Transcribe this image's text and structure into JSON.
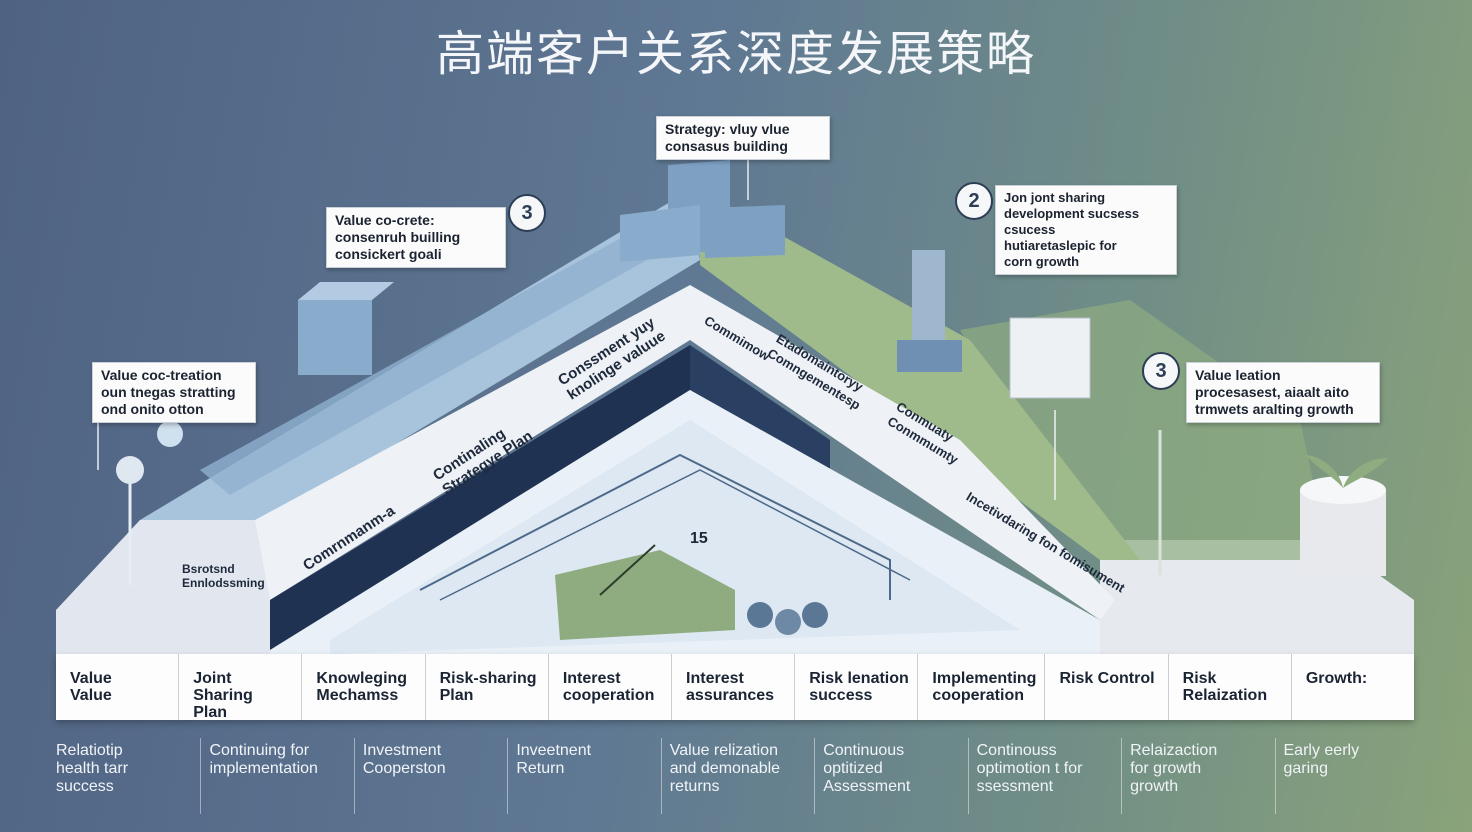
{
  "title": "高端客户关系深度发展策略",
  "callouts": {
    "top": "Strategy: vluy vlue\nconsasus building",
    "upper_left": "Value co-crete:\nconsenruh builling\nconsickert goali",
    "left": "Value coc-treation\noun tnegas stratting\nond onito otton",
    "upper_right": "Jon jont sharing\ndevelopment sucsess\ncsucess\nhutiaretaslepic for\ncorn growth",
    "right": "Value leation\nprocesasest, aiaalt aito\ntrmwets aralting growth"
  },
  "badges": {
    "upper_left": "3",
    "upper_right": "2",
    "right": "3"
  },
  "slope_labels": {
    "left_1": "Comrnmanm-a",
    "left_2": "Continaling\nStrategye Plan",
    "left_3": "Conssment yuy\nknolinge valuue",
    "right_1": "Commimow",
    "right_2": "Etadomaintoryy\nComngementesp",
    "right_3": "Conmuaty\nConmmumty",
    "right_4": "Incetivdaring fon fomisument"
  },
  "small_labels": {
    "left_ground": "Bsrotsnd\nEnnlodssming",
    "center_number": "15"
  },
  "stages": [
    "Value\nValue",
    "Joint Sharing\nPlan",
    "Knowleging\nMechamss",
    "Risk-sharing\nPlan",
    "Interest\ncooperation",
    "Interest\nassurances",
    "Risk lenation\nsuccess",
    "Implementing\ncooperation",
    "Risk Control",
    "Risk\nRelaization",
    "Growth:"
  ],
  "outcomes": [
    "Relatiotip\nhealth tarr\nsuccess",
    "Continuing for\nimplementation",
    "Investment\nCooperston",
    "Inveetnent\nReturn",
    "Value relization\nand demonable\nreturns",
    "Continuous\noptitized\nAssessment",
    "Continouss\noptimotion t for\nssessment",
    "Relaizaction\nfor growth\ngrowth",
    "Early eerly\ngaring"
  ],
  "colors": {
    "left_slope": "#a8c3dc",
    "right_slope": "#9fbb8c",
    "pit_dark": "#1f3252",
    "band": "#e9edf3",
    "accent_green": "#8fac80"
  }
}
